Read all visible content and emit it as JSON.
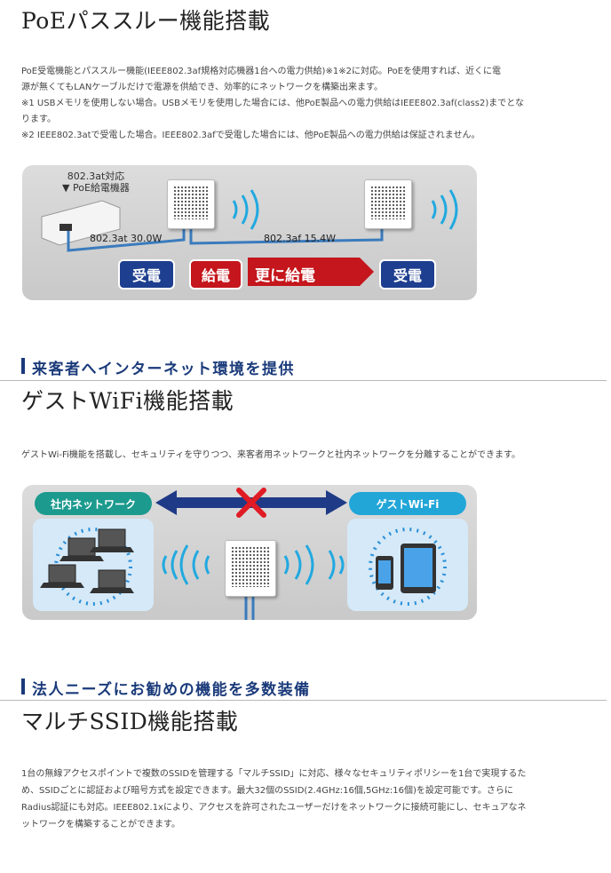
{
  "sections": {
    "poe": {
      "title": "PoEパススルー機能搭載",
      "lines": [
        "PoE受電機能とパススルー機能(IEEE802.3af規格対応機器1台への電力供給)※1※2に対応。PoEを使用すれば、近くに電",
        "源が無くてもLANケーブルだけで電源を供給でき、効率的にネットワークを構築出来ます。",
        "※1 USBメモリを使用しない場合。USBメモリを使用した場合には、他PoE製品への電力供給はIEEE802.3af(class2)までとな",
        "ります。",
        "※2 IEEE802.3atで受電した場合。IEEE802.3afで受電した場合には、他PoE製品への電力供給は保証されません。"
      ],
      "figure": {
        "device_label_1": "802.3at対応",
        "device_label_2": "PoE給電機器",
        "cable_1": "802.3at 30.0W",
        "cable_2": "802.3af 15.4W",
        "badge_receive_1": "受電",
        "badge_supply": "給電",
        "badge_more_supply": "更に給電",
        "badge_receive_2": "受電"
      }
    },
    "guest": {
      "heading": "来客者へインターネット環境を提供",
      "title": "ゲストWiFi機能搭載",
      "lines": [
        "ゲストWi-Fi機能を搭載し、セキュリティを守りつつ、来客者用ネットワークと社内ネットワークを分離することができます。"
      ],
      "figure": {
        "left_label": "社内ネットワーク",
        "right_label": "ゲストWi-Fi"
      }
    },
    "multi": {
      "heading": "法人ニーズにお勧めの機能を多数装備",
      "title": "マルチSSID機能搭載",
      "lines": [
        "1台の無線アクセスポイントで複数のSSIDを管理する「マルチSSID」に対応、様々なセキュリティポリシーを1台で実現するた",
        "め、SSIDごとに認証および暗号方式を設定できます。最大32個のSSID(2.4GHz:16個,5GHz:16個)を設定可能です。さらに",
        "Radius認証にも対応。IEEE802.1xにより、アクセスを許可されたユーザーだけをネットワークに接続可能にし、セキュアなネ",
        "ットワークを構築することができます。"
      ]
    }
  },
  "colors": {
    "heading_blue": "#1a3a7a",
    "receive_blue": "#1e3f8f",
    "supply_red": "#c4161c",
    "arrow_navy": "#1f3a86",
    "panel_green": "#1c9a8e",
    "panel_cyan": "#22a6d8",
    "cross_red": "#e01b24",
    "wave_cyan": "#21a9e0"
  }
}
